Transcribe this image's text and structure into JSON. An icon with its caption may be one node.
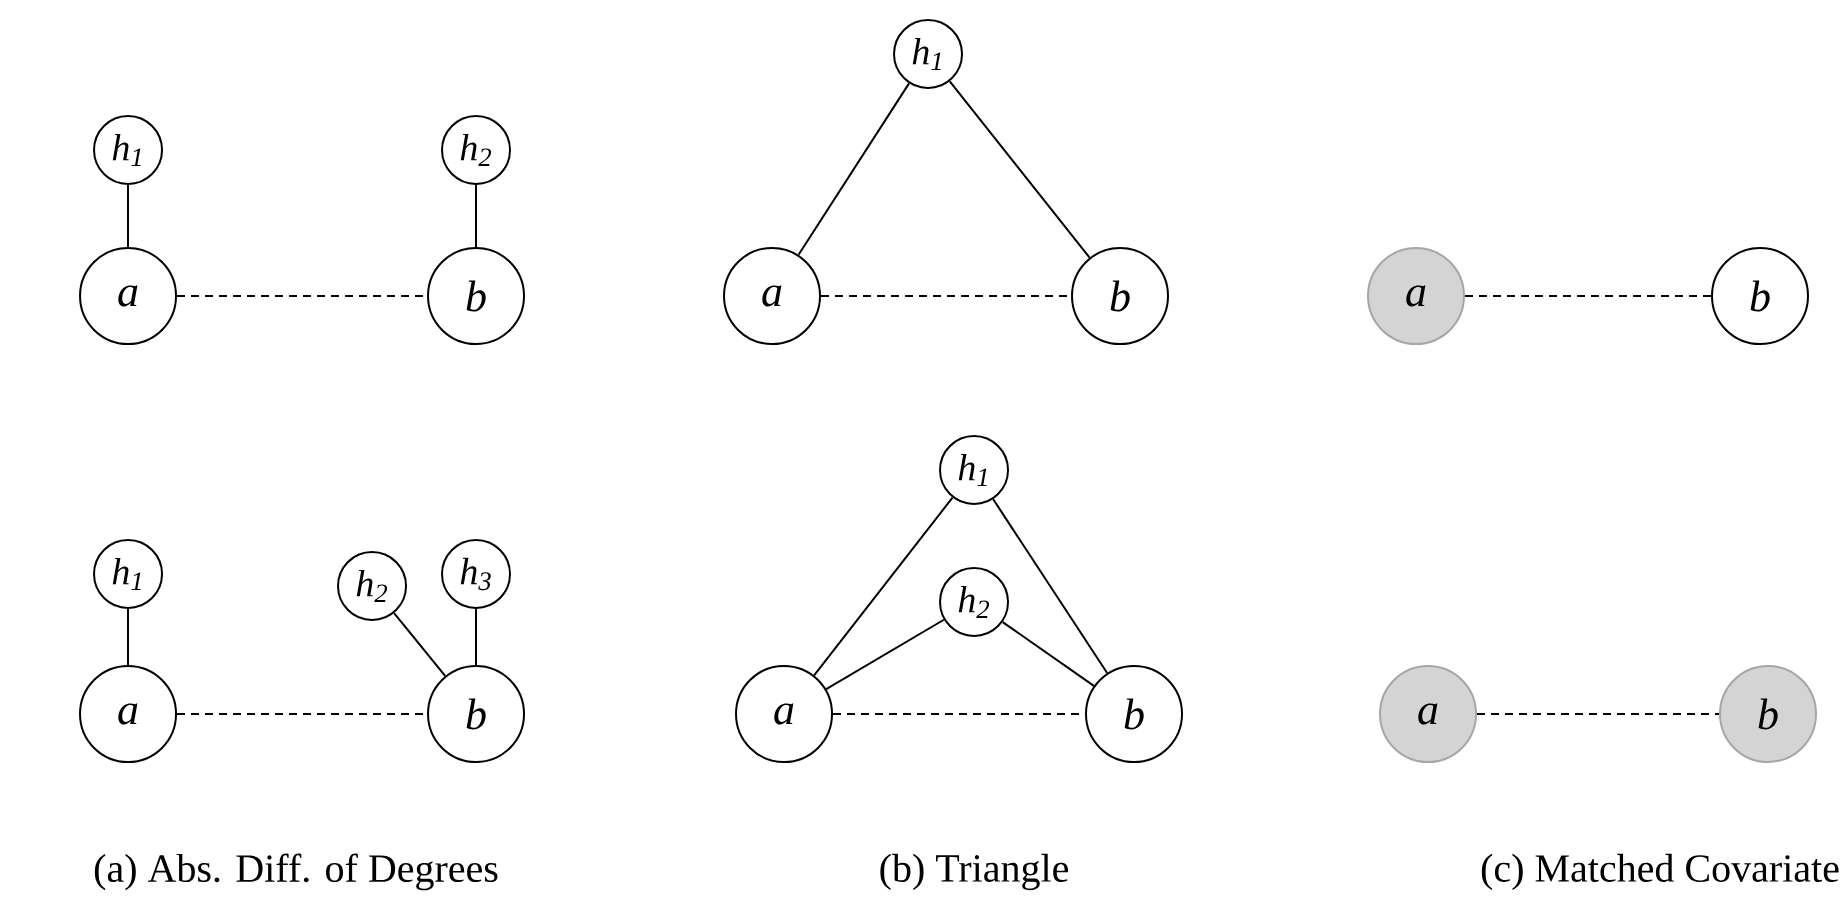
{
  "diagram": {
    "nodes": [
      {
        "text": [
          "h$_{1}$"
        ]
      },
      {
        "text": [
          "h$_{2}$"
        ]
      },
      {
        "text": [
          "a"
        ]
      },
      {
        "text": [
          "b"
        ]
      },
      {
        "text": [
          "h$_{1}$"
        ]
      },
      {
        "text": [
          "h$_{2}$"
        ]
      },
      {
        "text": [
          "h$_{3}$"
        ]
      },
      {
        "text": [
          "a"
        ]
      },
      {
        "text": [
          "b"
        ]
      },
      {
        "text": [
          "h$_{1}$"
        ]
      },
      {
        "text": [
          "a"
        ]
      },
      {
        "text": [
          "b"
        ]
      },
      {
        "text": [
          "h$_{1}$"
        ]
      },
      {
        "text": [
          "h$_{2}$"
        ]
      },
      {
        "text": [
          "a"
        ]
      },
      {
        "text": [
          "b"
        ]
      },
      {
        "text": [
          "a"
        ]
      },
      {
        "text": [
          "b"
        ]
      },
      {
        "text": [
          "a"
        ]
      },
      {
        "text": [
          "b"
        ]
      }
    ],
    "edges": [
      {
        "from": 0,
        "to": 2,
        "arrow": "none"
      },
      {
        "from": 1,
        "to": 3,
        "arrow": "none"
      },
      {
        "from": 2,
        "to": 3,
        "arrow": "none",
        "style": "dashed"
      },
      {
        "from": 4,
        "to": 7,
        "arrow": "none"
      },
      {
        "from": 5,
        "to": 8,
        "arrow": "none"
      },
      {
        "from": 6,
        "to": 8,
        "arrow": "none"
      },
      {
        "from": 7,
        "to": 8,
        "arrow": "none",
        "style": "dashed"
      },
      {
        "from": 9,
        "to": 10,
        "arrow": "none"
      },
      {
        "from": 9,
        "to": 11,
        "arrow": "none"
      },
      {
        "from": 10,
        "to": 11,
        "arrow": "none",
        "style": "dashed"
      },
      {
        "from": 12,
        "to": 14,
        "arrow": "none"
      },
      {
        "from": 12,
        "to": 15,
        "arrow": "none"
      },
      {
        "from": 13,
        "to": 14,
        "arrow": "none"
      },
      {
        "from": 13,
        "to": 15,
        "arrow": "none"
      },
      {
        "from": 14,
        "to": 15,
        "arrow": "none",
        "style": "dashed"
      },
      {
        "from": 16,
        "to": 17,
        "arrow": "none",
        "style": "dashed"
      },
      {
        "from": 18,
        "to": 19,
        "arrow": "none",
        "style": "dashed"
      }
    ],
    "labels": [
      "(a) Abs. Diff. of Degrees",
      "(b) Triangle",
      "(c) Matched Covariate"
    ]
  }
}
